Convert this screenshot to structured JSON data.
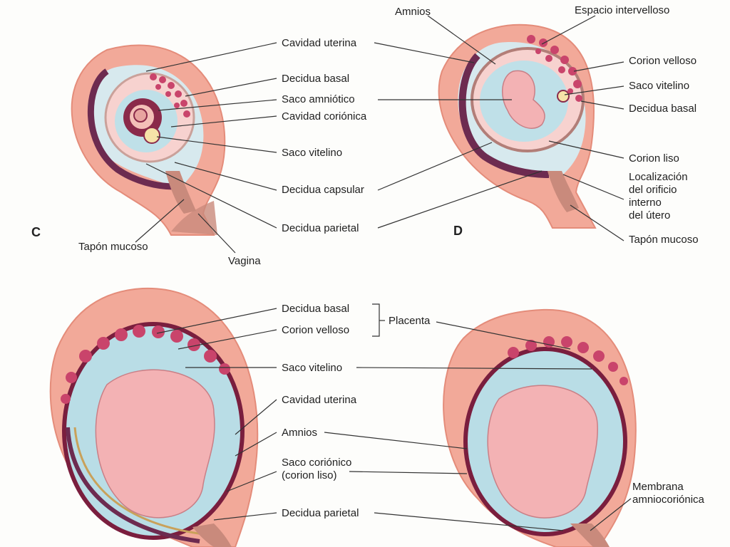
{
  "panels": {
    "c": "C",
    "d": "D"
  },
  "labels": {
    "cavidad_uterina": "Cavidad uterina",
    "decidua_basal": "Decidua basal",
    "saco_amniotico": "Saco amniótico",
    "cavidad_corionica": "Cavidad coriónica",
    "saco_vitelino": "Saco vitelino",
    "decidua_capsular": "Decidua capsular",
    "decidua_parietal": "Decidua parietal",
    "tapon_mucoso": "Tapón mucoso",
    "vagina": "Vagina",
    "amnios": "Amnios",
    "espacio_intervelloso": "Espacio intervelloso",
    "corion_velloso": "Corion velloso",
    "saco_vitelino_d": "Saco vitelino",
    "decidua_basal_d": "Decidua basal",
    "corion_liso": "Corion liso",
    "orificio_1": "Localización",
    "orificio_2": "del orificio",
    "orificio_3": "interno",
    "orificio_4": "del útero",
    "tapon_mucoso_d": "Tapón mucoso",
    "decidua_basal_e": "Decidua basal",
    "corion_velloso_e": "Corion velloso",
    "placenta": "Placenta",
    "saco_vitelino_e": "Saco vitelino",
    "cavidad_uterina_e": "Cavidad uterina",
    "amnios_e": "Amnios",
    "saco_corionico_1": "Saco coriónico",
    "saco_corionico_2": "(corion liso)",
    "decidua_parietal_e": "Decidua parietal",
    "membrana_1": "Membrana",
    "membrana_2": "amniocoriónica"
  },
  "colors": {
    "uterus": "#f2a999",
    "uterus_edge": "#e48c7a",
    "decidua": "#f6c6bb",
    "chorion_dark": "#7a1e3e",
    "amnion_fluid": "#b9dde6",
    "embryo": "#f3b2b4",
    "villi": "#c9446b",
    "yolk": "#f6e3a8",
    "cervix": "#c98a7c",
    "leader": "#333333"
  }
}
